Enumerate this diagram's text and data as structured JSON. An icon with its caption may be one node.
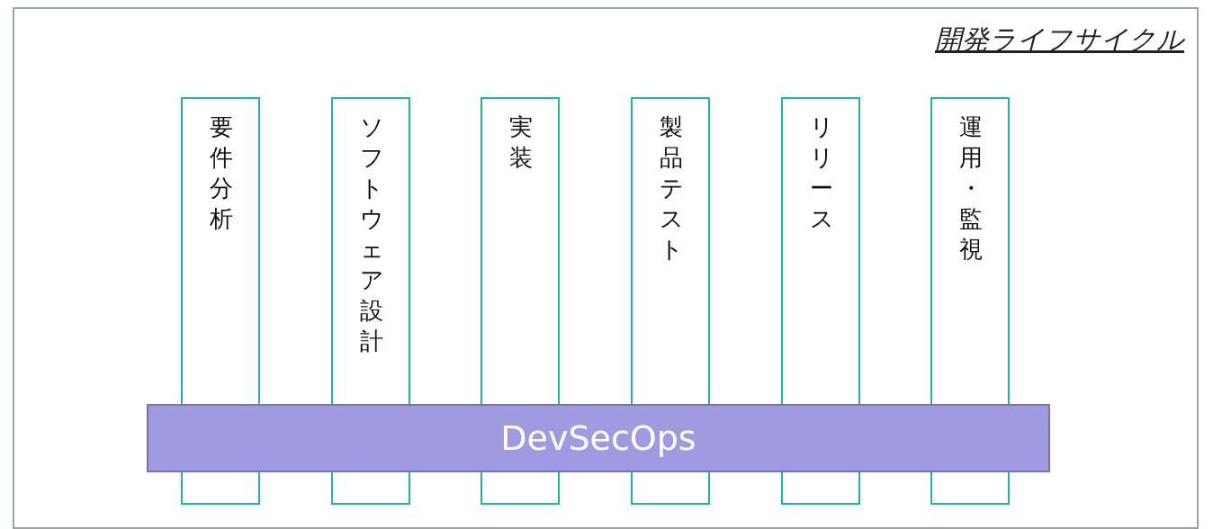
{
  "diagram": {
    "nodes": [
      {
        "text": [
          "開発ライフサイクル"
        ]
      },
      {
        "text": [
          "要件分析"
        ],
        "in": 0
      },
      {
        "text": [
          "ソフトウェア設計"
        ],
        "in": 0
      },
      {
        "text": [
          "実装"
        ],
        "in": 0
      },
      {
        "text": [
          "製品テスト"
        ],
        "in": 0
      },
      {
        "text": [
          "リリース"
        ],
        "in": 0
      },
      {
        "text": [
          "運用・監視"
        ],
        "in": 0
      },
      {
        "text": [
          "DevSecOps"
        ],
        "in": 0
      }
    ],
    "edges": []
  }
}
